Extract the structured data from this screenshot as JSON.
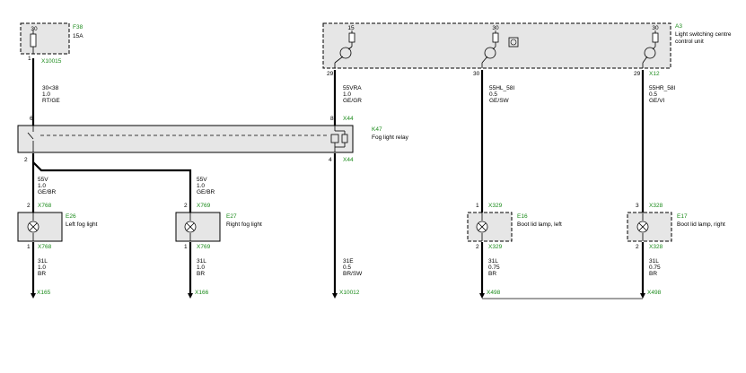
{
  "components": {
    "f38": {
      "id": "F38",
      "rating": "15A",
      "pin": "30"
    },
    "a3": {
      "id": "A3",
      "name_line1": "Light switching centre",
      "name_line2": "control unit",
      "pin_top1": "15",
      "pin_top2": "30",
      "pin_top3": "30"
    },
    "k47": {
      "id": "K47",
      "name": "Fog light relay"
    },
    "e26": {
      "id": "E26",
      "name": "Left fog light"
    },
    "e27": {
      "id": "E27",
      "name": "Right fog light"
    },
    "e16": {
      "id": "E16",
      "name": "Boot lid lamp, left"
    },
    "e17": {
      "id": "E17",
      "name": "Boot lid lamp, right"
    }
  },
  "pins": {
    "f38_out": "1",
    "a3_29": "29",
    "a3_30": "30",
    "a3_29b": "29",
    "k47_6": "6",
    "k47_8": "8",
    "k47_2": "2",
    "k47_4": "4",
    "e26_in": "2",
    "e26_out": "1",
    "e27_in": "2",
    "e27_out": "1",
    "e16_in": "1",
    "e16_out": "2",
    "e17_in": "3",
    "e17_out": "2"
  },
  "connectors": {
    "x10015": "X10015",
    "x12": "X12",
    "x44a": "X44",
    "x44b": "X44",
    "x768a": "X768",
    "x768b": "X768",
    "x769a": "X769",
    "x769b": "X769",
    "x329a": "X329",
    "x329b": "X329",
    "x328a": "X328",
    "x328b": "X328",
    "x165": "X165",
    "x166": "X166",
    "x10012": "X10012",
    "x498a": "X498",
    "x498b": "X498"
  },
  "wires": {
    "w1": {
      "name": "30<38",
      "size": "1.0",
      "color": "RT/GE"
    },
    "w2": {
      "name": "55VRA",
      "size": "1.0",
      "color": "GE/GR"
    },
    "w3": {
      "name": "55HL_58I",
      "size": "0.5",
      "color": "GE/SW"
    },
    "w4": {
      "name": "55HR_58I",
      "size": "0.5",
      "color": "GE/VI"
    },
    "w5": {
      "name": "55V",
      "size": "1.0",
      "color": "GE/BR"
    },
    "w6": {
      "name": "55V",
      "size": "1.0",
      "color": "GE/BR"
    },
    "w7": {
      "name": "31L",
      "size": "1.0",
      "color": "BR"
    },
    "w8": {
      "name": "31L",
      "size": "1.0",
      "color": "BR"
    },
    "w9": {
      "name": "31E",
      "size": "0.5",
      "color": "BR/SW"
    },
    "w10": {
      "name": "31L",
      "size": "0.75",
      "color": "BR"
    },
    "w11": {
      "name": "31L",
      "size": "0.75",
      "color": "BR"
    }
  }
}
